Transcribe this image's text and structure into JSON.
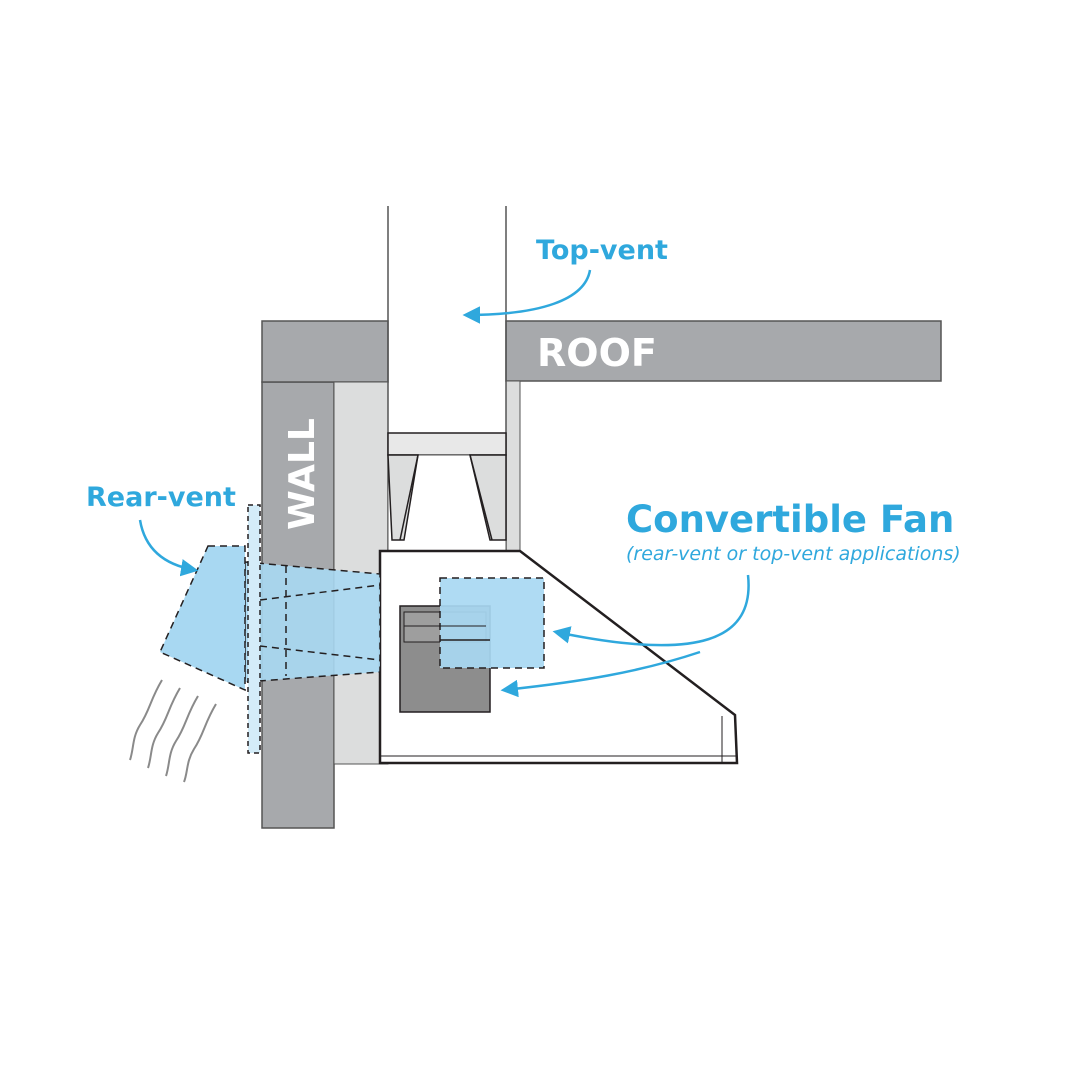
{
  "labels": {
    "top_vent": "Top-vent",
    "roof": "ROOF",
    "wall": "WALL",
    "rear_vent": "Rear-vent",
    "convertible_fan": "Convertible Fan",
    "convertible_fan_sub": "(rear-vent or top-vent applications)"
  },
  "colors": {
    "accent": "#2fa8dd",
    "structure": "#a7a9ac",
    "light_structure": "#dcdddd",
    "fan_blue": "#a8d8f2",
    "fan_gray": "#8d8d8d",
    "outline": "#231f20"
  }
}
